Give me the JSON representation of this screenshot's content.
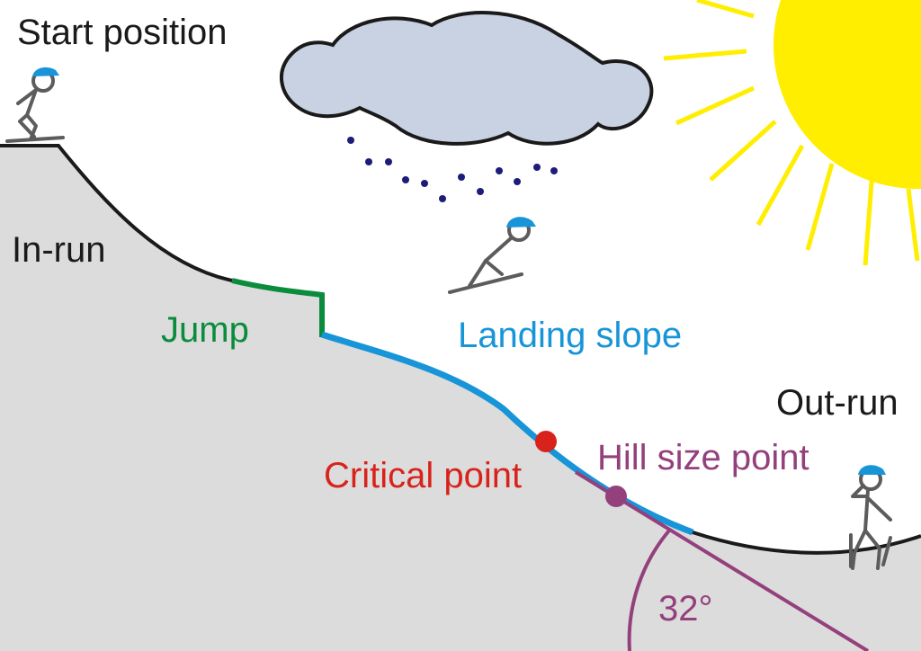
{
  "labels": {
    "start_position": "Start position",
    "in_run": "In-run",
    "jump": "Jump",
    "landing_slope": "Landing slope",
    "critical_point": "Critical point",
    "hill_size_point": "Hill size point",
    "out_run": "Out-run",
    "angle": "32°"
  },
  "colors": {
    "ground": "#dcdcdc",
    "jump": "#0a8c3c",
    "landing_slope": "#1795d8",
    "critical_point": "#d8231c",
    "hill_size_point": "#94407c",
    "text": "#1a1a1a",
    "sun": "#ffee00",
    "cloud": "#c9d2e2",
    "snow": "#1c1c7a",
    "skier_body": "#5c5c5c",
    "skier_cap": "#1795d8"
  },
  "icons": {
    "sun": "sun-icon",
    "cloud": "cloud-icon",
    "snow": "snowflake-icon",
    "skier": "skier-icon"
  }
}
